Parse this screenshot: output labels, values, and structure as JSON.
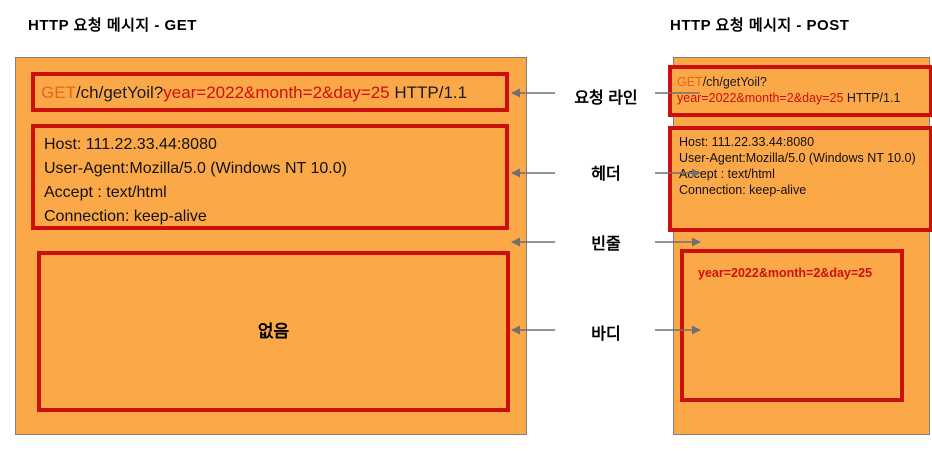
{
  "colors": {
    "panel_bg": "#FBA848",
    "box_border": "#CC1010",
    "panel_border": "#808080",
    "method_token": "#E8641C",
    "query_token": "#CC1010",
    "plain_token": "#1a1a1a",
    "arrow": "#707070"
  },
  "get_panel": {
    "title": "HTTP 요청 메시지 - GET",
    "request_line": {
      "method": "GET",
      "path": "/ch/getYoil?",
      "query": "year=2022&month=2&day=25",
      "protocol": " HTTP/1.1"
    },
    "headers": [
      "Host: 111.22.33.44:8080",
      "User-Agent:Mozilla/5.0 (Windows NT 10.0)",
      "Accept : text/html",
      "Connection: keep-alive"
    ],
    "body": "없음"
  },
  "post_panel": {
    "title": "HTTP 요청 메시지 - POST",
    "request_line": {
      "method": "GET",
      "path": "/ch/getYoil?",
      "query": "year=2022&month=2&day=25",
      "protocol": " HTTP/1.1"
    },
    "headers": [
      "Host: 111.22.33.44:8080",
      "User-Agent:Mozilla/5.0 (Windows NT 10.0)",
      "Accept : text/html",
      "Connection: keep-alive"
    ],
    "body": "year=2022&month=2&day=25"
  },
  "annotations": {
    "request_line": "요청 라인",
    "header": "헤더",
    "blank_line": "빈줄",
    "body": "바디"
  }
}
